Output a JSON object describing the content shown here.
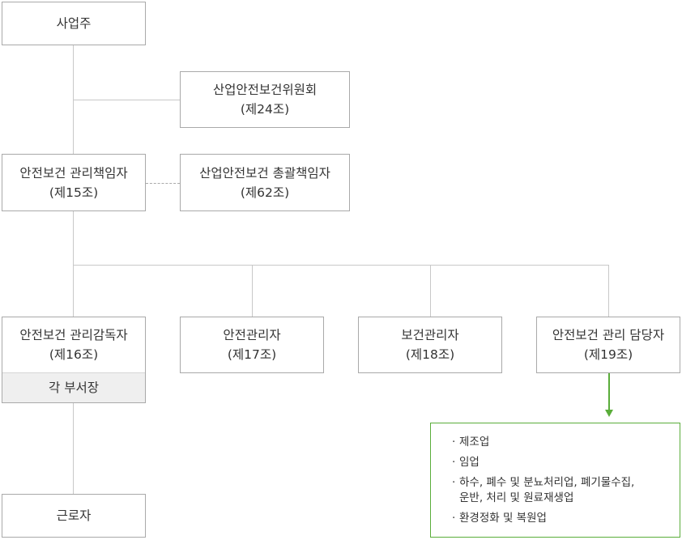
{
  "org": {
    "owner": {
      "name": "사업주"
    },
    "committee": {
      "name": "산업안전보건위원회",
      "article": "(제24조)"
    },
    "chief_manager": {
      "name": "안전보건 관리책임자",
      "article": "(제15조)"
    },
    "general_manager": {
      "name": "산업안전보건 총괄책임자",
      "article": "(제62조)"
    },
    "supervisor": {
      "name": "안전보건 관리감독자",
      "article": "(제16조)",
      "note": "각 부서장"
    },
    "safety_manager": {
      "name": "안전관리자",
      "article": "(제17조)"
    },
    "health_manager": {
      "name": "보건관리자",
      "article": "(제18조)"
    },
    "officer": {
      "name": "안전보건 관리 담당자",
      "article": "(제19조)"
    },
    "worker": {
      "name": "근로자"
    },
    "officer_industries": [
      "제조업",
      "임업",
      "하수, 폐수 및 분뇨처리업, 폐기물수집,",
      "운반, 처리 및 원료재생업",
      "환경정화 및 복원업"
    ]
  },
  "colors": {
    "border": "#a9a9a9",
    "connector": "#c8c8c8",
    "accent": "#5aad3a",
    "note_bg": "#efefef"
  }
}
